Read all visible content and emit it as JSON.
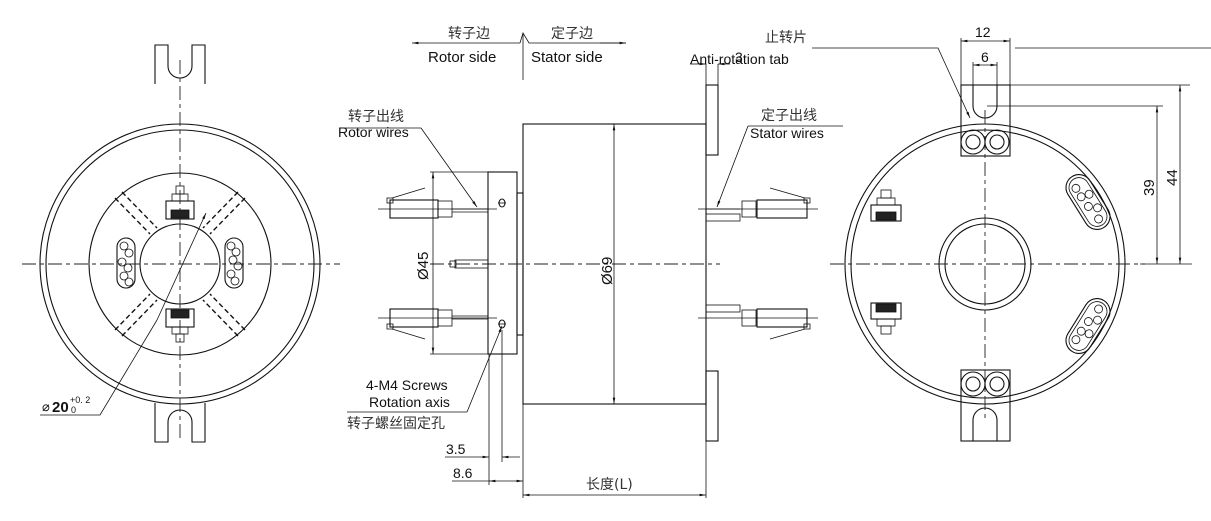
{
  "drawing": {
    "title": "Slip ring outline drawing",
    "direction": {
      "rotor_side_cn": "转子边",
      "rotor_side_en": "Rotor side",
      "stator_side_cn": "定子边",
      "stator_side_en": "Stator side"
    },
    "labels": {
      "rotor_wires_cn": "转子出线",
      "rotor_wires_en": "Rotor wires",
      "stator_wires_cn": "定子出线",
      "stator_wires_en": "Stator wires",
      "anti_rotation_cn": "止转片",
      "anti_rotation_en": "Anti-rotation tab",
      "screws_en_1": "4-M4 Screws",
      "screws_en_2": "Rotation axis",
      "screws_cn": "转子螺丝固定孔",
      "length_label": "长度(L)"
    },
    "dimensions": {
      "bore_symbol": "⌀",
      "bore_value": "20",
      "bore_tol_upper": "+0. 2",
      "bore_tol_lower": "0",
      "rotor_dia": "Ø45",
      "body_dia": "Ø69",
      "tab_thickness": "3",
      "flange_offset_1": "3.5",
      "flange_offset_2": "8.6",
      "tab_width": "12",
      "slot_width": "6",
      "slot_center_height": "39",
      "tab_top_height": "44"
    }
  }
}
